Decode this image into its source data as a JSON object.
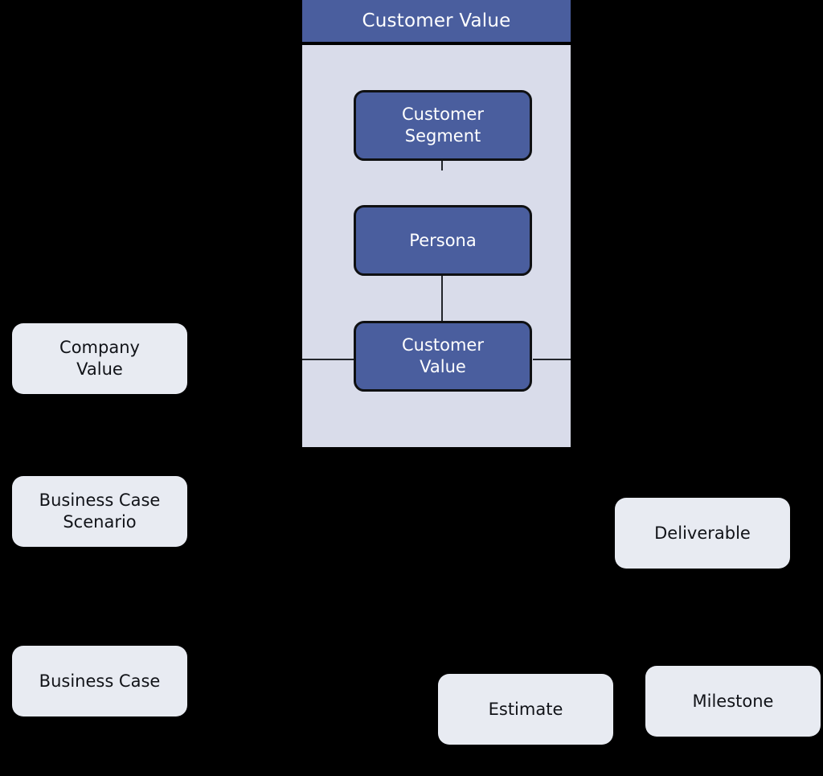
{
  "diagram": {
    "type": "entity-relationship-block-diagram",
    "background_color": "#000000",
    "group": {
      "title": "Customer Value",
      "header_color": "#4a5e9e",
      "header_text_color": "#ffffff",
      "body_color": "#d9dcea",
      "nodes": [
        {
          "id": "customer-segment",
          "label": "Customer\nSegment",
          "style": "primary",
          "fill": "#4a5e9e",
          "text_color": "#ffffff"
        },
        {
          "id": "persona",
          "label": "Persona",
          "style": "primary",
          "fill": "#4a5e9e",
          "text_color": "#ffffff"
        },
        {
          "id": "customer-value",
          "label": "Customer\nValue",
          "style": "primary",
          "fill": "#4a5e9e",
          "text_color": "#ffffff"
        }
      ],
      "connectors": [
        {
          "from": "customer-segment",
          "to": "persona",
          "orientation": "vertical"
        },
        {
          "from": "persona",
          "to": "customer-value",
          "orientation": "vertical"
        },
        {
          "from": "customer-value",
          "to": "group-left-edge",
          "orientation": "horizontal"
        },
        {
          "from": "customer-value",
          "to": "group-right-edge",
          "orientation": "horizontal"
        }
      ]
    },
    "outer_nodes": [
      {
        "id": "company-value",
        "label": "Company\nValue",
        "style": "secondary",
        "fill": "#e8ebf2",
        "text_color": "#111318"
      },
      {
        "id": "business-case-scenario",
        "label": "Business Case\nScenario",
        "style": "secondary",
        "fill": "#e8ebf2",
        "text_color": "#111318"
      },
      {
        "id": "business-case",
        "label": "Business Case",
        "style": "secondary",
        "fill": "#e8ebf2",
        "text_color": "#111318"
      },
      {
        "id": "deliverable",
        "label": "Deliverable",
        "style": "secondary",
        "fill": "#e8ebf2",
        "text_color": "#111318"
      },
      {
        "id": "estimate",
        "label": "Estimate",
        "style": "secondary",
        "fill": "#e8ebf2",
        "text_color": "#111318"
      },
      {
        "id": "milestone",
        "label": "Milestone",
        "style": "secondary",
        "fill": "#e8ebf2",
        "text_color": "#111318"
      }
    ]
  }
}
